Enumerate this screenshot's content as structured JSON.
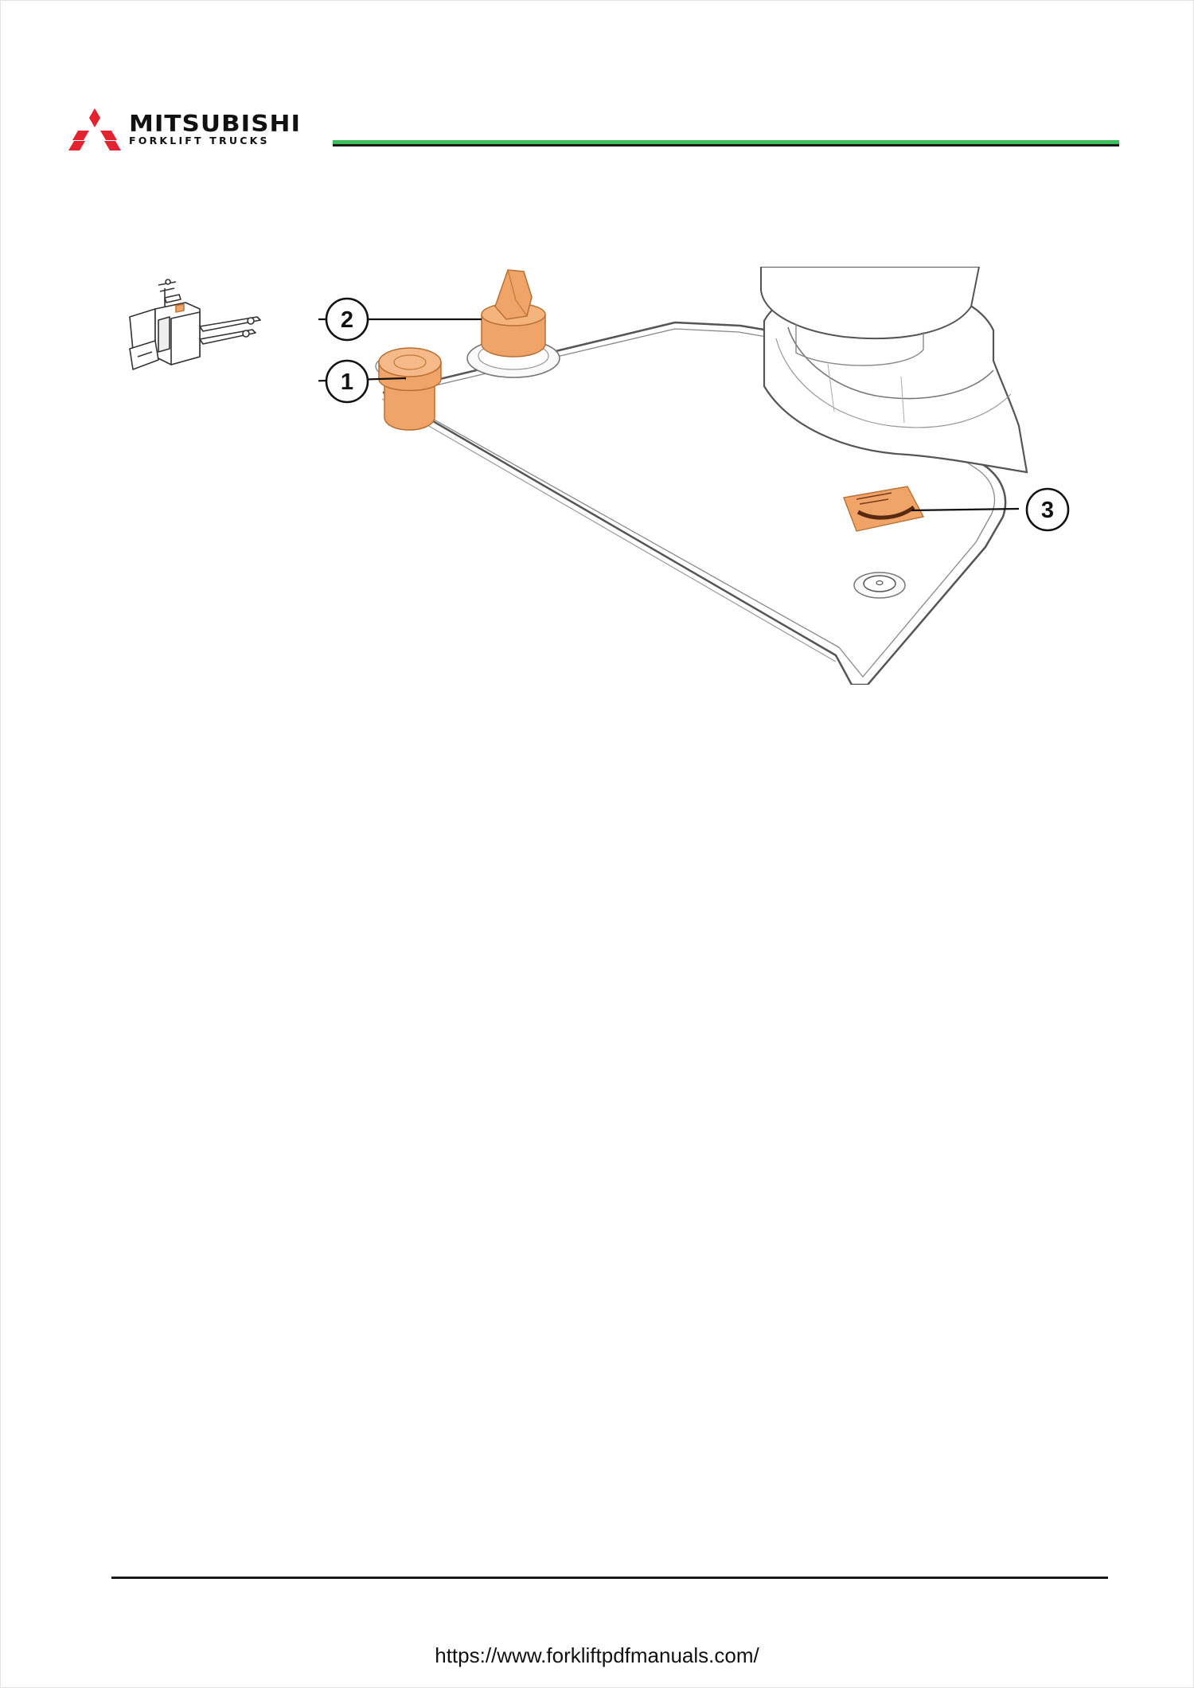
{
  "header": {
    "brand_name": "MITSUBISHI",
    "brand_sub": "FORKLIFT TRUCKS",
    "brand_color": "#e3232f",
    "rule_color": "#3fbf5a"
  },
  "figure": {
    "callouts": [
      "1",
      "2",
      "3"
    ],
    "highlight_color": "#f0a468"
  },
  "footer": {
    "url": "https://www.forkliftpdfmanuals.com/"
  }
}
